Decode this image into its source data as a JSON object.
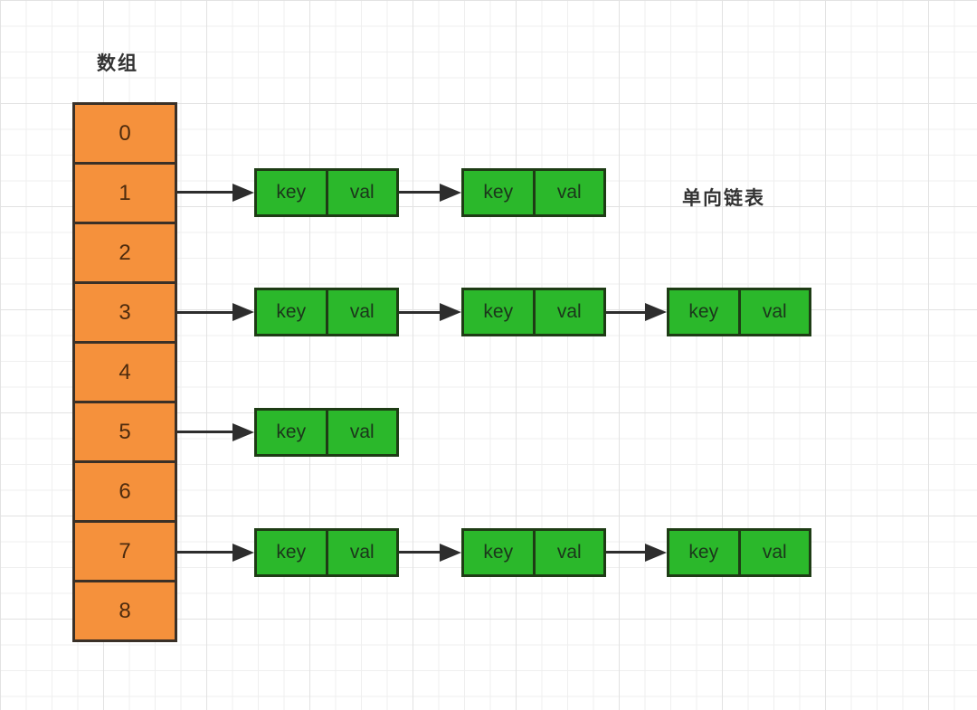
{
  "diagram": {
    "array_label": "数组",
    "list_label": "单向链表",
    "array_cells": [
      "0",
      "1",
      "2",
      "3",
      "4",
      "5",
      "6",
      "7",
      "8"
    ],
    "node_fields": [
      "key",
      "val"
    ],
    "buckets": [
      {
        "array_index": "1",
        "chain_length": 2
      },
      {
        "array_index": "3",
        "chain_length": 3
      },
      {
        "array_index": "5",
        "chain_length": 1
      },
      {
        "array_index": "7",
        "chain_length": 3
      }
    ],
    "colors": {
      "array_fill": "#F5913C",
      "array_border": "#3A3027",
      "array_text": "#4D2B0E",
      "node_fill": "#2BB82B",
      "node_border": "#1E3C15",
      "node_text": "#1B361B",
      "arrow": "#2D2D2D",
      "label_text": "#333333",
      "grid_minor": "#EFEFEF",
      "grid_major": "#E2E2E2"
    }
  }
}
